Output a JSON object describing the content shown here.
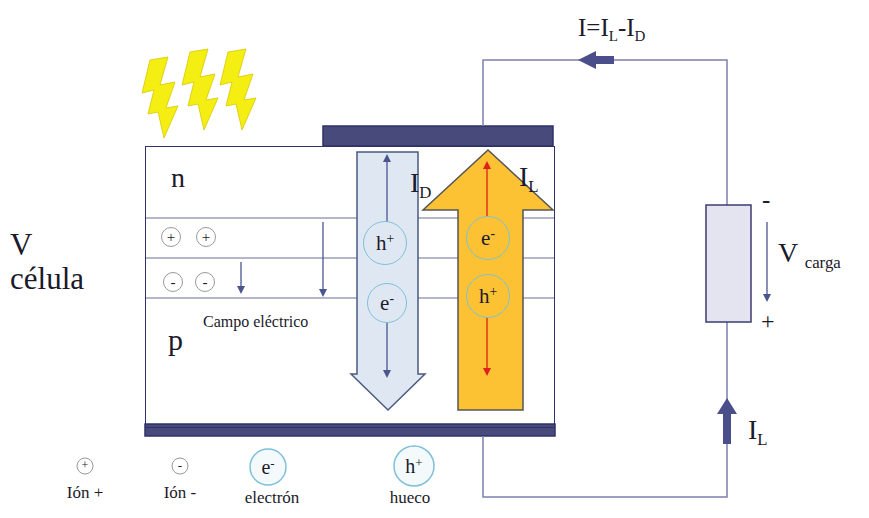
{
  "diagram": {
    "nodes": [
      {
        "text": [
          "n",
          "Campo eléctrico",
          "p"
        ]
      },
      {
        "text": [
          "+"
        ],
        "in": 0
      },
      {
        "text": [
          "+"
        ],
        "in": 0
      },
      {
        "text": [
          "h+"
        ],
        "in": 0
      },
      {
        "text": [
          "e-"
        ],
        "in": 0
      },
      {
        "text": [
          "-"
        ],
        "in": 0
      },
      {
        "text": [
          "-"
        ],
        "in": 0
      },
      {
        "text": [
          "e-"
        ],
        "in": 0
      },
      {
        "text": [
          "h+"
        ],
        "in": 0
      }
    ],
    "labels": [
      "V célula",
      "ID",
      "IL",
      "I=IL-ID",
      "-",
      "V carga",
      "+",
      "IL",
      "+",
      "-",
      "e-",
      "h+"
    ],
    "legend": [
      {
        "text": "Ión +"
      },
      {
        "text": "Ión -"
      },
      {
        "text": "electrón"
      },
      {
        "text": "hueco"
      }
    ]
  }
}
